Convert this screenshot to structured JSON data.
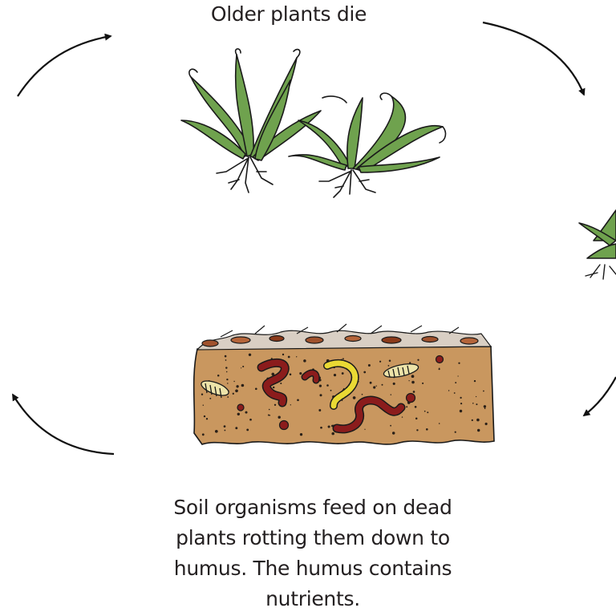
{
  "stages": [
    {
      "id": "older-plants-die",
      "caption": [
        "Older plants die"
      ]
    },
    {
      "id": "soil-organisms",
      "caption": [
        "Soil organisms feed on dead",
        "plants rotting them down to",
        "humus. The humus contains",
        "nutrients."
      ]
    }
  ],
  "colors": {
    "text": "#231f20",
    "leaf": "#6fa24e",
    "outline": "#1a1a1a",
    "soil": "#c9975f",
    "worm": "#8b1c1c",
    "grub": "#ede3a9",
    "larva": "#e9d934"
  }
}
